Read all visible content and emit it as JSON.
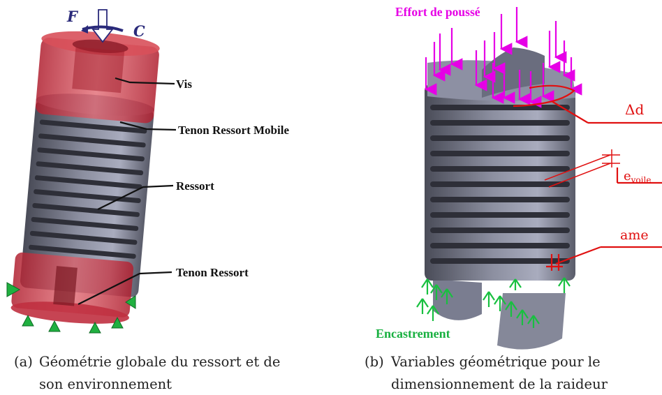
{
  "panel_a": {
    "force_symbol": "F",
    "torque_symbol": "C",
    "labels": {
      "vis": "Vis",
      "tenon_mobile": "Tenon Ressort Mobile",
      "ressort": "Ressort",
      "tenon": "Tenon Ressort"
    },
    "caption_tag": "(a)",
    "caption_line1": "Géométrie globale du ressort et de",
    "caption_line2": "son environnement"
  },
  "panel_b": {
    "load_label": "Effort de poussé",
    "fixture_label": "Encastrement",
    "delta_d": "Δd",
    "e_voile_base": "e",
    "e_voile_sub": "voile",
    "ame": "ame",
    "caption_tag": "(b)",
    "caption_line1": "Variables géométrique pour le",
    "caption_line2": "dimensionnement de la raideur"
  },
  "colors": {
    "housing_red": "#c8323c",
    "spring_gray": "#6e7080",
    "load_magenta": "#e600e6",
    "fixture_green": "#18c040",
    "dimension_red": "#e01010",
    "label_navy": "#2a2a7a"
  }
}
